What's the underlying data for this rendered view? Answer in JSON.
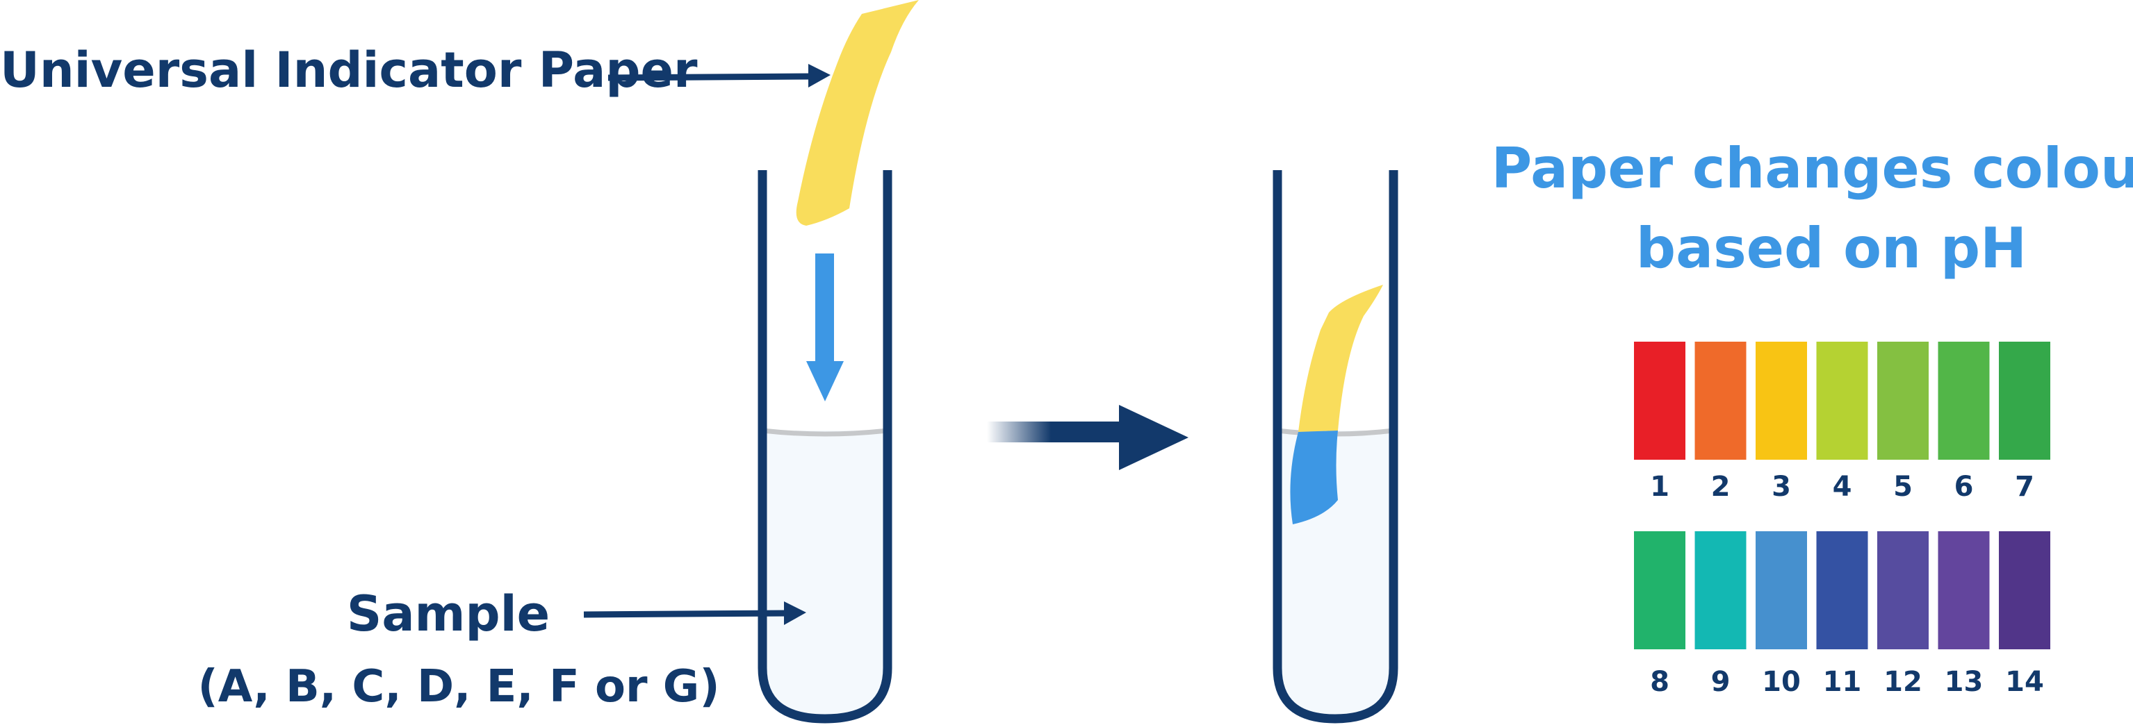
{
  "labels": {
    "paper": "Universal Indicator Paper",
    "sample_line1": "Sample",
    "sample_line2": "(A, B, C, D, E, F or G)",
    "heading_line1": "Paper changes colour",
    "heading_line2": "based on pH"
  },
  "colors": {
    "navy": "#12396b",
    "accent_blue": "#3d97e4",
    "paper_yellow": "#f9dd5c",
    "liquid": "#f4f9fd"
  },
  "ph_scale": {
    "row1": [
      {
        "ph": "1",
        "color": "#e81f27"
      },
      {
        "ph": "2",
        "color": "#ef6a2a"
      },
      {
        "ph": "3",
        "color": "#f8c414"
      },
      {
        "ph": "4",
        "color": "#b5d232"
      },
      {
        "ph": "5",
        "color": "#84c041"
      },
      {
        "ph": "6",
        "color": "#52b648"
      },
      {
        "ph": "7",
        "color": "#34a84a"
      }
    ],
    "row2": [
      {
        "ph": "8",
        "color": "#21b36b"
      },
      {
        "ph": "9",
        "color": "#13b8b3"
      },
      {
        "ph": "10",
        "color": "#4690ce"
      },
      {
        "ph": "11",
        "color": "#3452a3"
      },
      {
        "ph": "12",
        "color": "#564c9f"
      },
      {
        "ph": "13",
        "color": "#63459d"
      },
      {
        "ph": "14",
        "color": "#513589"
      }
    ]
  }
}
